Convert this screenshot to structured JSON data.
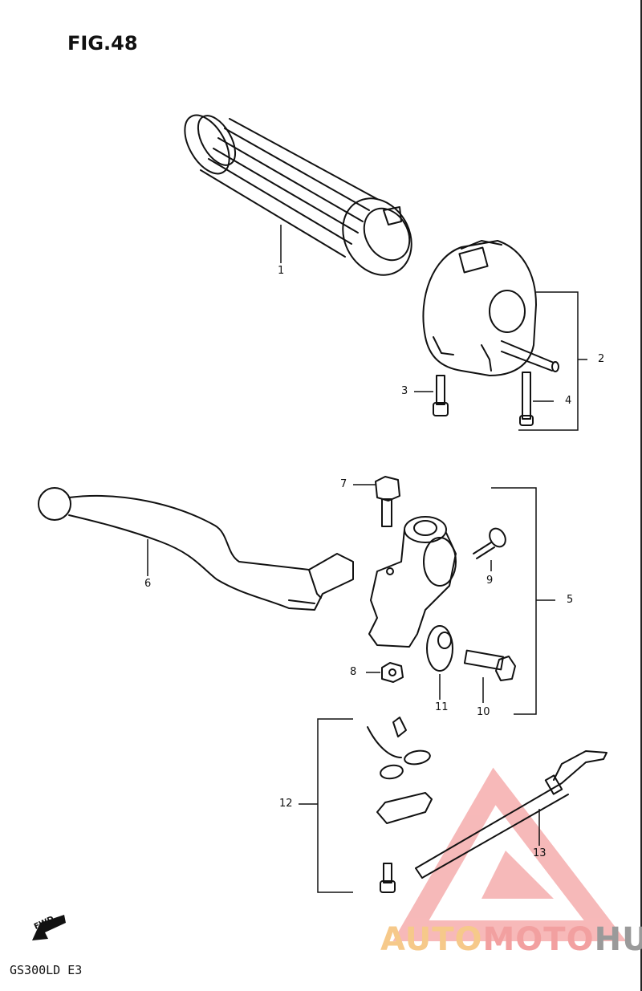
{
  "figure": {
    "title": "FIG.48",
    "model": "GS300LD  E3",
    "direction_mark": "FWD"
  },
  "callouts": {
    "c1": "1",
    "c2": "2",
    "c3": "3",
    "c4": "4",
    "c5": "5",
    "c6": "6",
    "c7": "7",
    "c8": "8",
    "c9": "9",
    "c10": "10",
    "c11": "11",
    "c12": "12",
    "c13": "13"
  },
  "watermark": {
    "part1": "AUTO",
    "part2": "MOTO",
    "part3": "HUB"
  },
  "colors": {
    "line": "#111111",
    "wm_red": "#f08080",
    "wm_orange": "#f6c98a",
    "wm_gray": "#9a9a9a"
  }
}
